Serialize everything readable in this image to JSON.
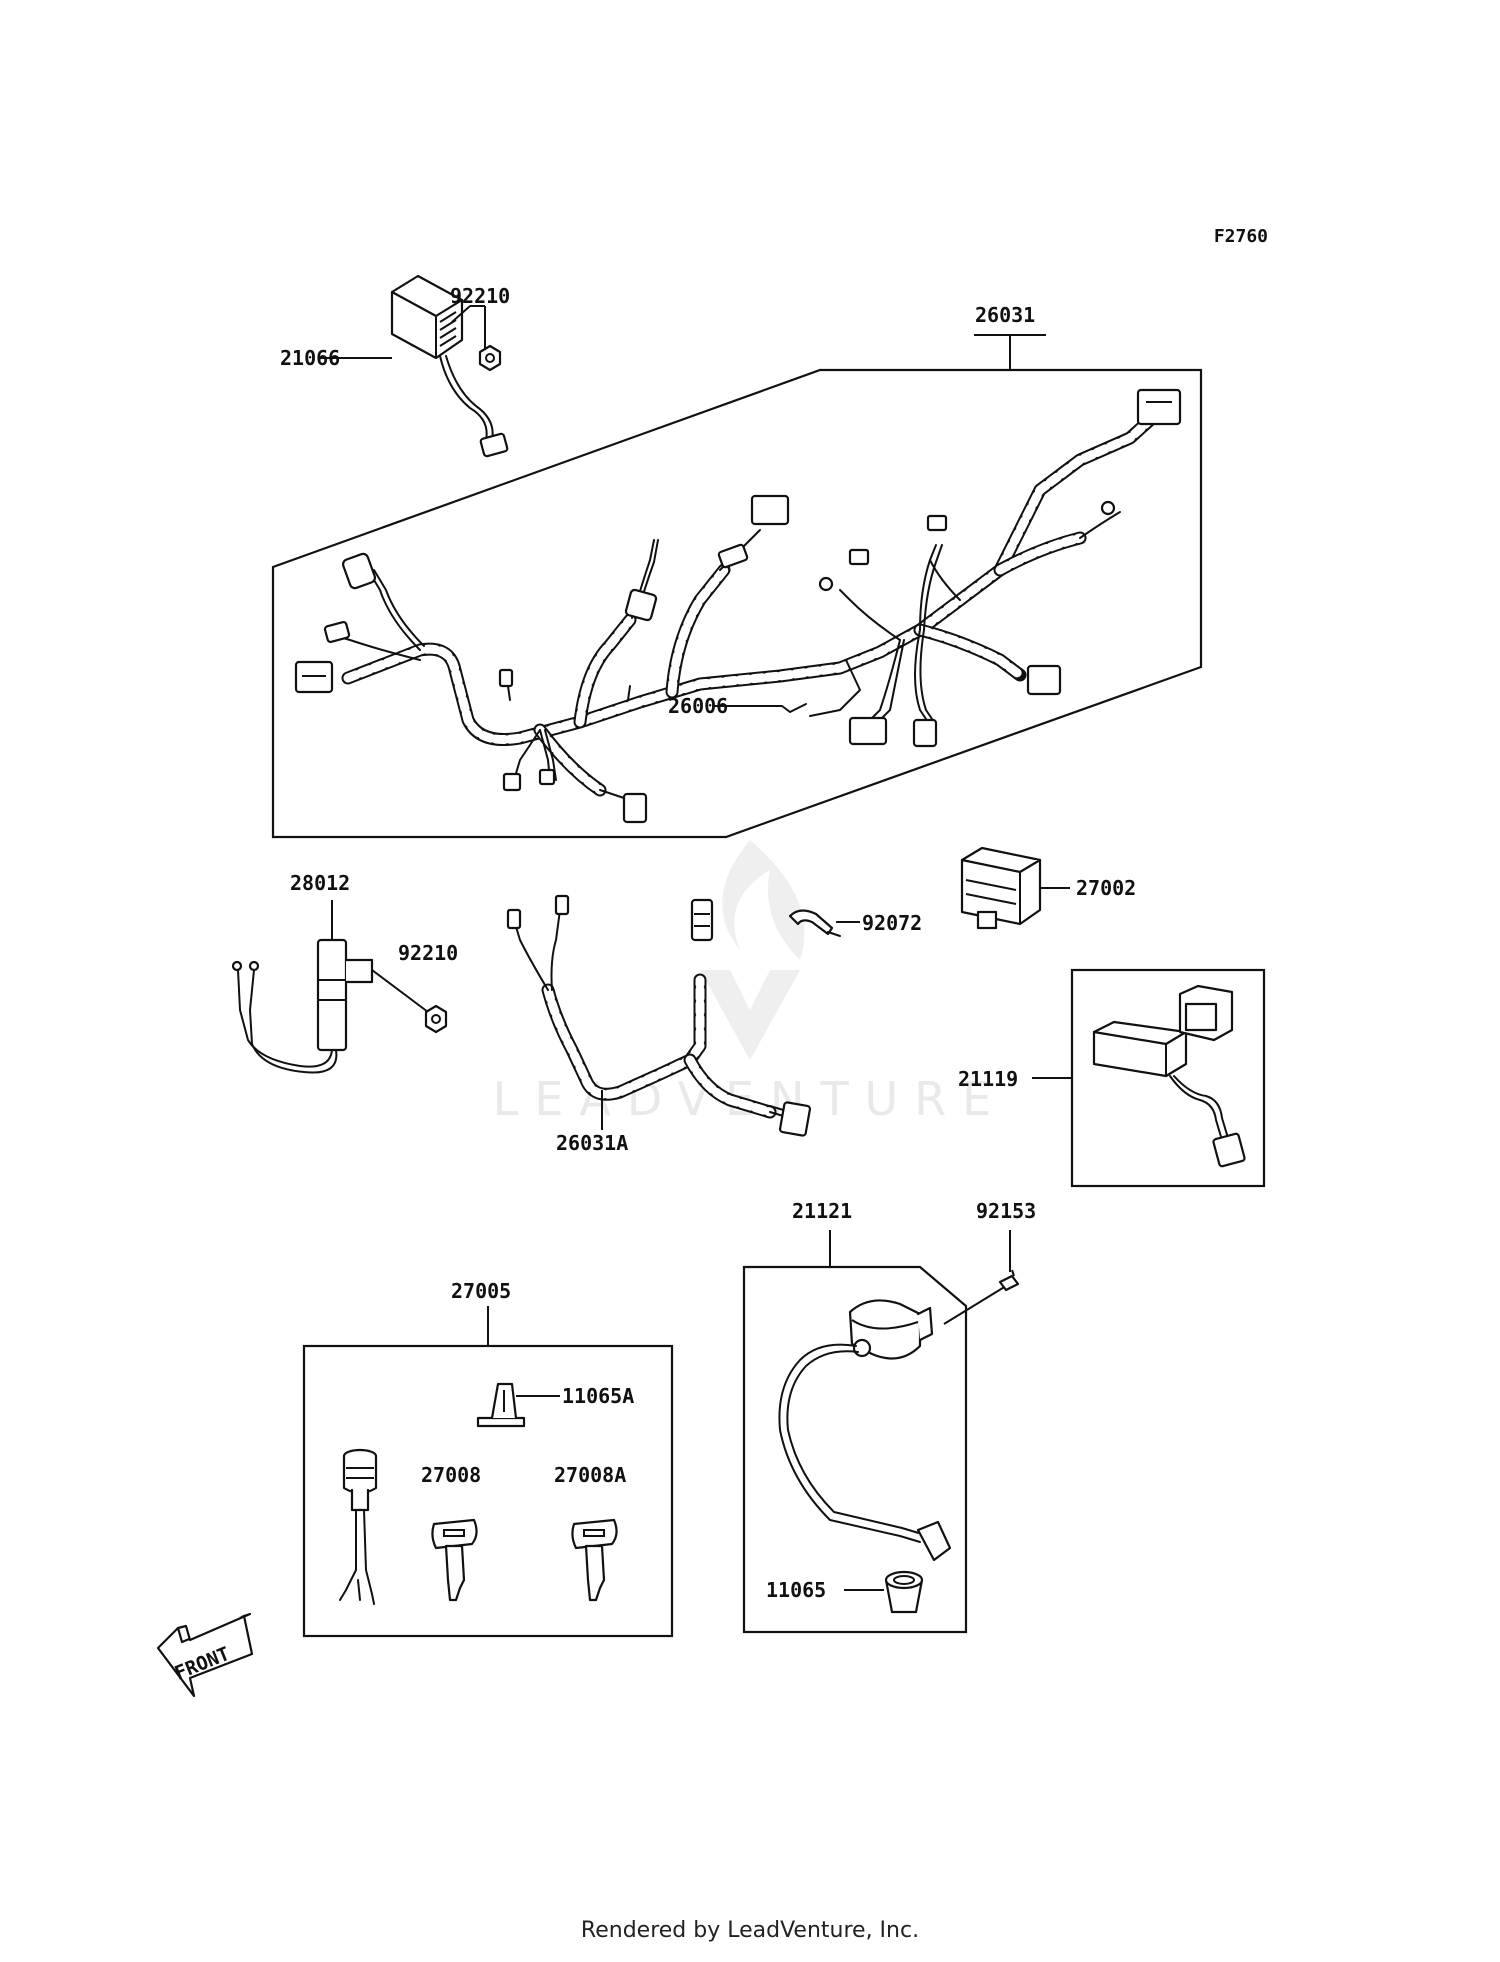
{
  "diagram_code": "F2760",
  "parts": {
    "p21066": "21066",
    "p92210_top": "92210",
    "p26031": "26031",
    "p26006": "26006",
    "p28012": "28012",
    "p92210_mid": "92210",
    "p26031A": "26031A",
    "p92072": "92072",
    "p27002": "27002",
    "p21119": "21119",
    "p21121": "21121",
    "p92153": "92153",
    "p27005": "27005",
    "p11065A": "11065A",
    "p27008": "27008",
    "p27008A": "27008A",
    "p11065": "11065"
  },
  "front_arrow_text": "FRONT",
  "watermark_text": "LEADVENTURE",
  "footer_text": "Rendered by LeadVenture, Inc."
}
